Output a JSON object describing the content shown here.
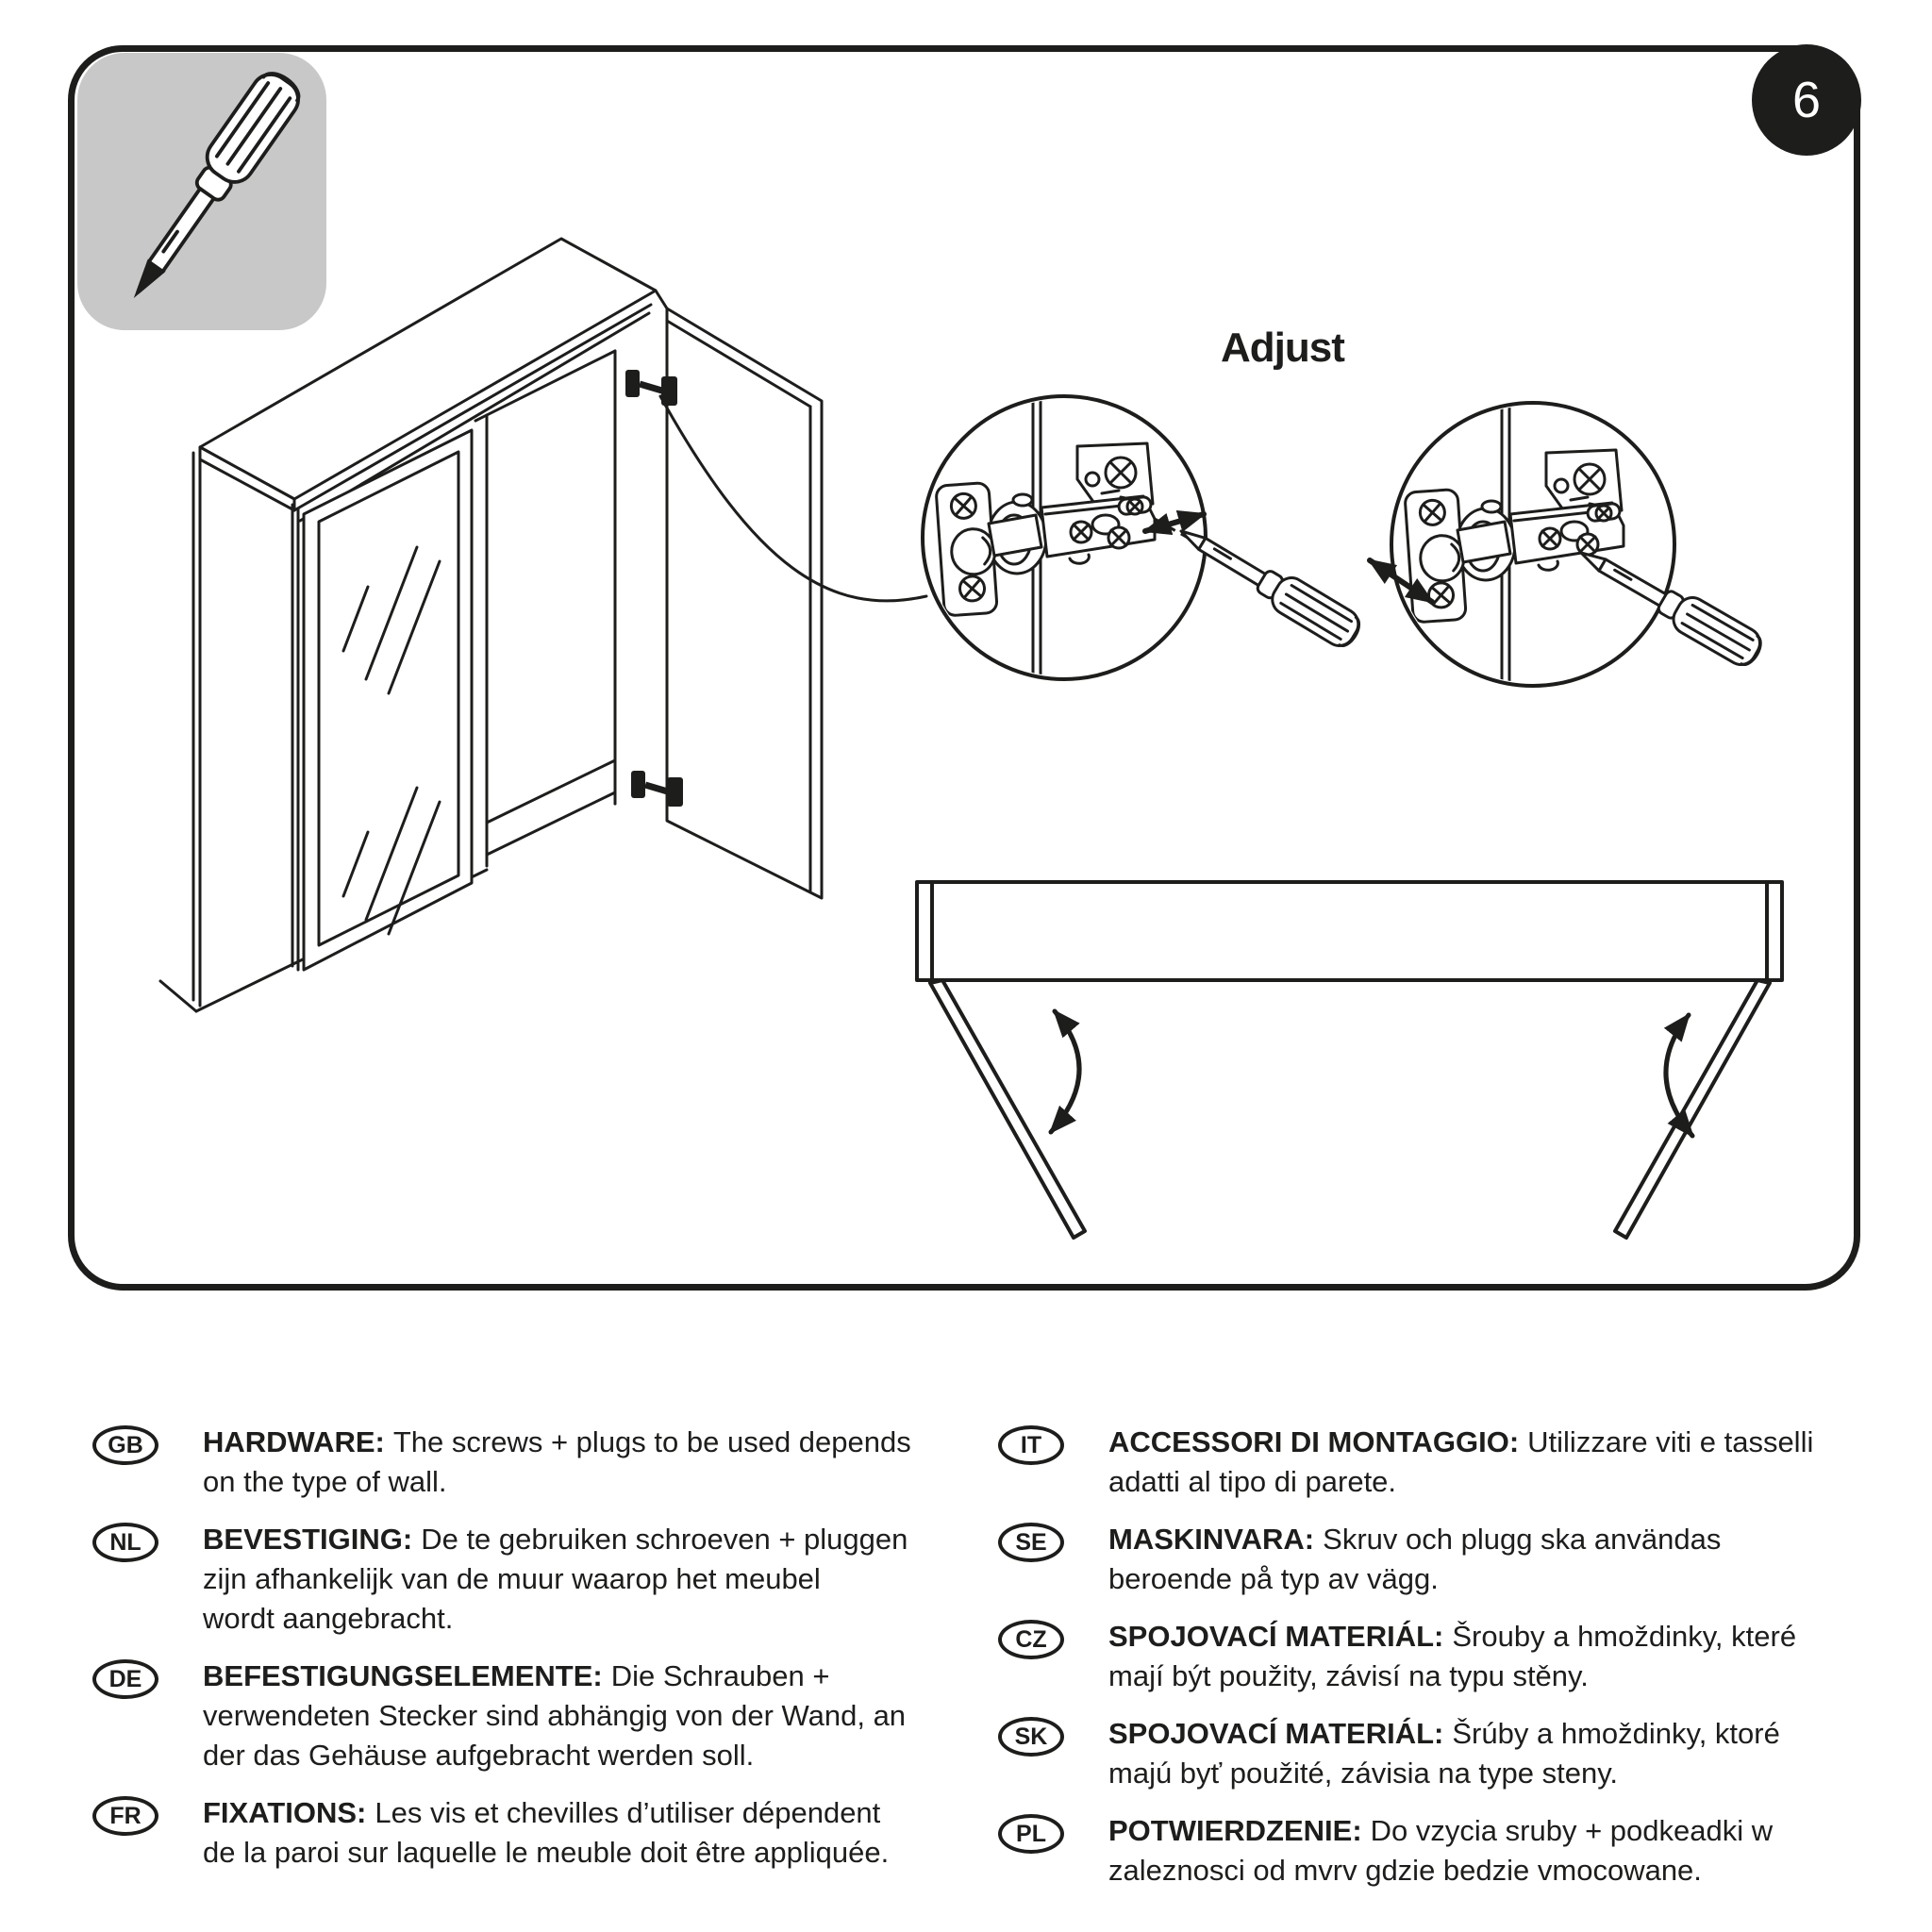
{
  "page": {
    "step_number": "6",
    "adjust_label": "Adjust",
    "ink_color": "#1d1d1b",
    "tile_color": "#c8c8c8",
    "icons": {
      "tool": "screwdriver-icon",
      "detail_left": "hinge-depth-adjust-diagram",
      "detail_right": "hinge-side-adjust-diagram"
    }
  },
  "legend": {
    "columns": [
      {
        "items": [
          {
            "code": "GB",
            "label": "HARDWARE:",
            "text": "The screws + plugs to be used depends\non the type of wall."
          },
          {
            "code": "NL",
            "label": "BEVESTIGING:",
            "text": "De te gebruiken schroeven + pluggen\nzijn afhankelijk van de muur waarop het meubel\nwordt aangebracht."
          },
          {
            "code": "DE",
            "label": "BEFESTIGUNGSELEMENTE:",
            "text": "Die Schrauben +\nverwendeten Stecker sind abhängig von der Wand, an\nder das Gehäuse aufgebracht werden soll."
          },
          {
            "code": "FR",
            "label": "FIXATIONS:",
            "text": "Les vis et chevilles d’utiliser dépendent\nde la paroi sur laquelle le meuble doit être appliquée."
          }
        ]
      },
      {
        "items": [
          {
            "code": "IT",
            "label": "ACCESSORI DI MONTAGGIO:",
            "text": "Utilizzare viti e tasselli\nadatti al tipo di parete."
          },
          {
            "code": "SE",
            "label": "MASKINVARA:",
            "text": "Skruv och plugg ska användas\nberoende på typ av vägg."
          },
          {
            "code": "CZ",
            "label": "SPOJOVACÍ MATERIÁL:",
            "text": "Šrouby a hmoždinky, které\nmají být použity, závisí na typu stěny."
          },
          {
            "code": "SK",
            "label": "SPOJOVACÍ MATERIÁL:",
            "text": "Šrúby a hmoždinky, ktoré\nmajú byť použité, závisia na type steny."
          },
          {
            "code": "PL",
            "label": "POTWIERDZENIE:",
            "text": "Do vzycia sruby + podkeadki w\nzaleznosci od mvrv gdzie bedzie vmocowane."
          }
        ]
      }
    ]
  }
}
